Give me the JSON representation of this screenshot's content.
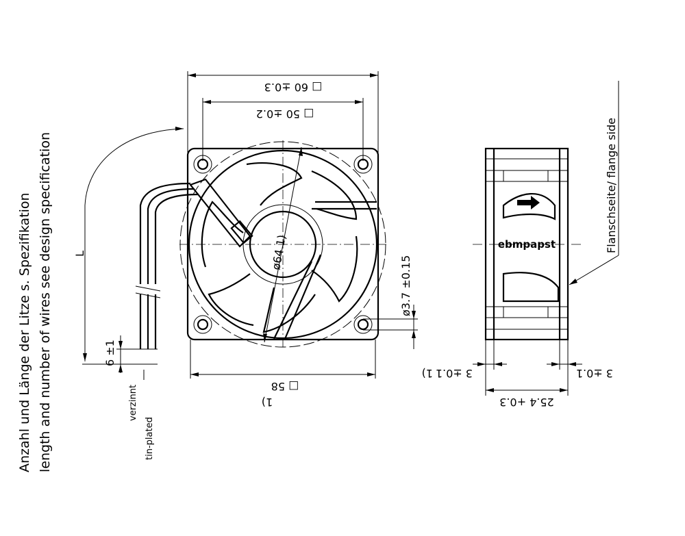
{
  "notes": {
    "line1": "Anzahl und Länge der Litze s. Spezifikation",
    "line2": "length and number of wires see design specification"
  },
  "front_view": {
    "dim_outer": "□ 60 ±0.3",
    "dim_hole_spacing": "□ 50 ±0.2",
    "dim_body": "□ 58",
    "dim_body_note": "1)",
    "dim_diameter": "ø64 1)",
    "dim_hole": "ø3.7 ±0.15",
    "dim_wire_length": "L",
    "dim_strip": "6 ±1",
    "wire_note_de": "verzinnt",
    "wire_note_en": "tin-plated"
  },
  "side_view": {
    "brand": "ebmpapst",
    "flange_label": "Flanschseite/ flange side",
    "dim_depth": "25.4 +0.3",
    "dim_flange_left": "3 ±0.1",
    "dim_flange_left_note": "1)",
    "dim_flange_right": "3 ±0.1"
  }
}
